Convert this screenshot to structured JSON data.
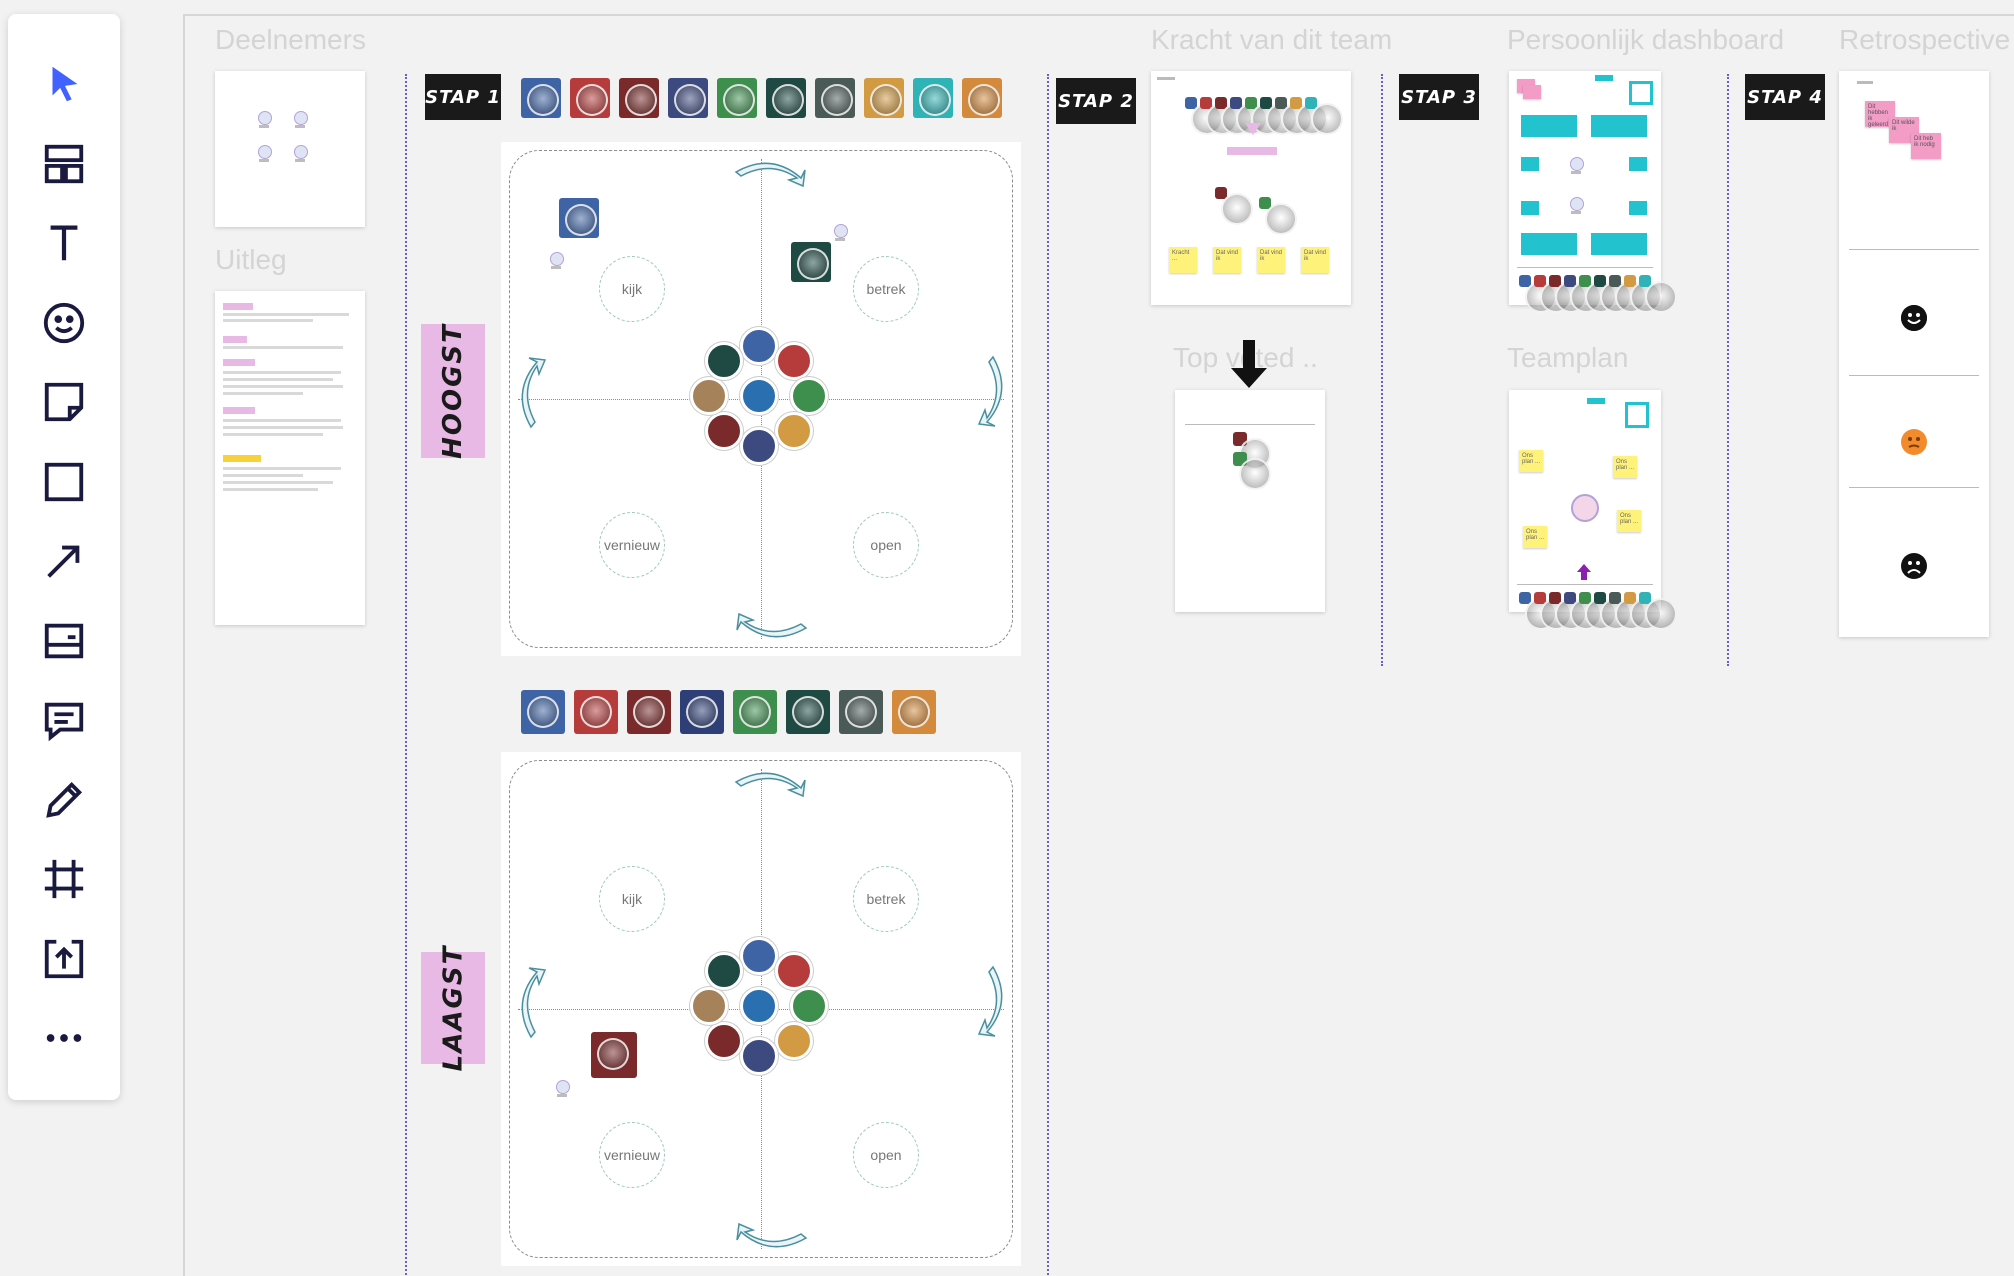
{
  "toolbar": {
    "tools": [
      {
        "name": "select-tool",
        "icon": "cursor-arrow-icon"
      },
      {
        "name": "templates-tool",
        "icon": "layout-grid-icon"
      },
      {
        "name": "text-tool",
        "icon": "text-t-icon"
      },
      {
        "name": "emoji-tool",
        "icon": "smiley-icon"
      },
      {
        "name": "sticky-note-tool",
        "icon": "sticky-note-icon"
      },
      {
        "name": "shape-tool",
        "icon": "square-icon"
      },
      {
        "name": "connector-tool",
        "icon": "arrow-line-icon"
      },
      {
        "name": "card-tool",
        "icon": "card-icon"
      },
      {
        "name": "comment-tool",
        "icon": "comment-icon"
      },
      {
        "name": "pen-tool",
        "icon": "pen-icon"
      },
      {
        "name": "frame-tool",
        "icon": "frame-icon"
      },
      {
        "name": "upload-tool",
        "icon": "upload-icon"
      },
      {
        "name": "more-tool",
        "icon": "more-dots-icon"
      }
    ],
    "accent": "#4262ff"
  },
  "frames": {
    "deelnemers": "Deelnemers",
    "uitleg": "Uitleg",
    "kracht": "Kracht van dit team",
    "persoonlijk": "Persoonlijk dashboard",
    "retro": "Retrospective",
    "top_voted": "Top voted ..",
    "teamplan": "Teamplan"
  },
  "steps": {
    "stap1": "STAP 1",
    "stap2": "STAP 2",
    "stap3": "STAP 3",
    "stap4": "STAP 4"
  },
  "tags": {
    "hoogst": "HOOGST",
    "laagst": "LAAGST"
  },
  "quadrant": {
    "kijk": "kijk",
    "betrek": "betrek",
    "vernieuw": "vernieuw",
    "open": "open"
  },
  "stickies": {
    "kracht_1": "Kracht ...",
    "kracht_2": "Dat vind ik",
    "kracht_3": "Dat vind ik",
    "kracht_4": "Dat vind ik",
    "teamplan_1": "Ons plan ...",
    "teamplan_2": "Ons plan ...",
    "teamplan_3": "Ons plan ...",
    "teamplan_4": "Ons plan ...",
    "retro_1": "Dit hebben ik geleerd",
    "retro_2": "Dit wilde ik",
    "retro_3": "Dit heb ik nodig"
  },
  "colors": {
    "step_badge": "#1a1a1a",
    "tag_pink": "#e9b9e6",
    "frame_title": "#d4d4d4",
    "divider": "#6b5fc7",
    "cyan": "#22c3cf",
    "sticky_yellow": "#fff27a",
    "sticky_pink": "#f29cc6"
  },
  "avatar_colors_top": [
    "#3f64a6",
    "#b63b3b",
    "#7a2a2a",
    "#3d4a80",
    "#3e8f4e",
    "#1f4a44",
    "#4a5a56",
    "#d19a43",
    "#2fb3b6",
    "#d48a3c"
  ],
  "avatar_colors_bottom": [
    "#3f64a6",
    "#b63b3b",
    "#7a2a2a",
    "#2e3f78",
    "#3e8f4e",
    "#1f4a44",
    "#4a5a56",
    "#d48a3c"
  ]
}
